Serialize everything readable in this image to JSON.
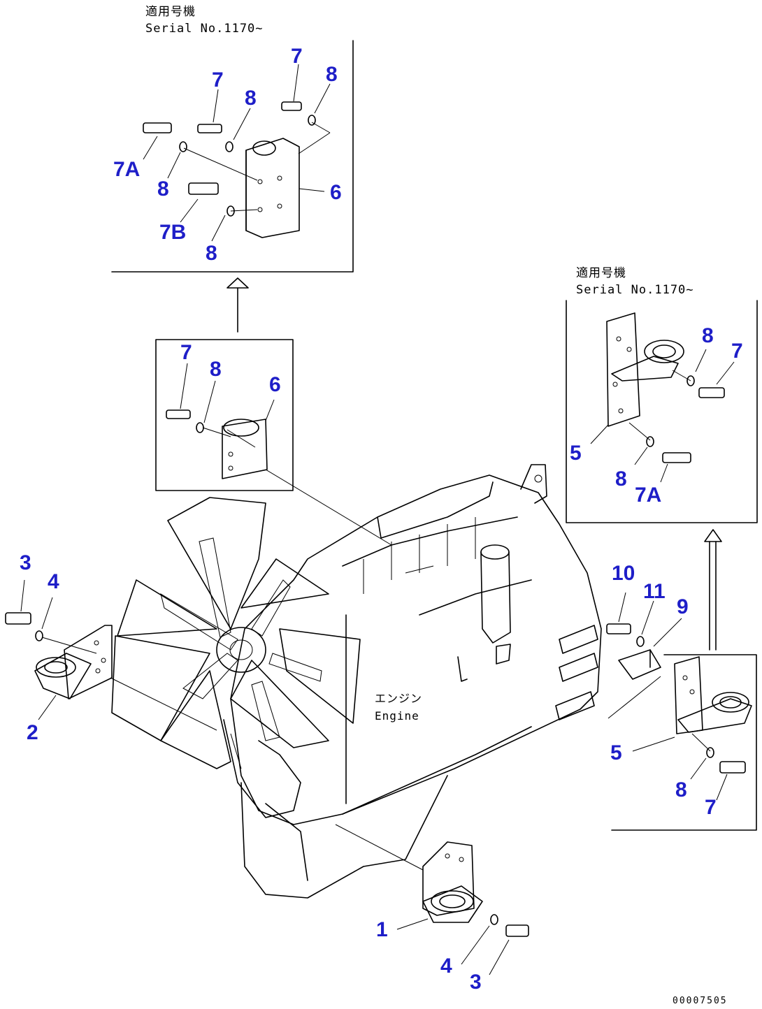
{
  "callouts": [
    {
      "id": "c-7-ta",
      "text": "7"
    },
    {
      "id": "c-8-ta",
      "text": "8"
    },
    {
      "id": "c-7-tb",
      "text": "7"
    },
    {
      "id": "c-8-tb",
      "text": "8"
    },
    {
      "id": "c-7a-t",
      "text": "7A"
    },
    {
      "id": "c-8-tc",
      "text": "8"
    },
    {
      "id": "c-6-t",
      "text": "6"
    },
    {
      "id": "c-7b-t",
      "text": "7B"
    },
    {
      "id": "c-8-td",
      "text": "8"
    },
    {
      "id": "c-7-m",
      "text": "7"
    },
    {
      "id": "c-8-m",
      "text": "8"
    },
    {
      "id": "c-6-m",
      "text": "6"
    },
    {
      "id": "c-8-r",
      "text": "8"
    },
    {
      "id": "c-7-r",
      "text": "7"
    },
    {
      "id": "c-5-r",
      "text": "5"
    },
    {
      "id": "c-8-rb",
      "text": "8"
    },
    {
      "id": "c-7a-r",
      "text": "7A"
    },
    {
      "id": "c-3-l",
      "text": "3"
    },
    {
      "id": "c-4-l",
      "text": "4"
    },
    {
      "id": "c-2-l",
      "text": "2"
    },
    {
      "id": "c-10",
      "text": "10"
    },
    {
      "id": "c-11",
      "text": "11"
    },
    {
      "id": "c-9",
      "text": "9"
    },
    {
      "id": "c-5-b",
      "text": "5"
    },
    {
      "id": "c-8-b",
      "text": "8"
    },
    {
      "id": "c-7-b",
      "text": "7"
    },
    {
      "id": "c-1",
      "text": "1"
    },
    {
      "id": "c-4-b",
      "text": "4"
    },
    {
      "id": "c-3-b",
      "text": "3"
    }
  ],
  "notes": {
    "top_applicable": "適用号機",
    "top_serial": "Serial No.1170~",
    "right_applicable": "適用号機",
    "right_serial": "Serial No.1170~"
  },
  "engine_label_jp": "エンジン",
  "engine_label_en": "Engine",
  "drawing_code": "00007505",
  "colors": {
    "callout": "#1e1ec8",
    "linework": "#000000"
  }
}
